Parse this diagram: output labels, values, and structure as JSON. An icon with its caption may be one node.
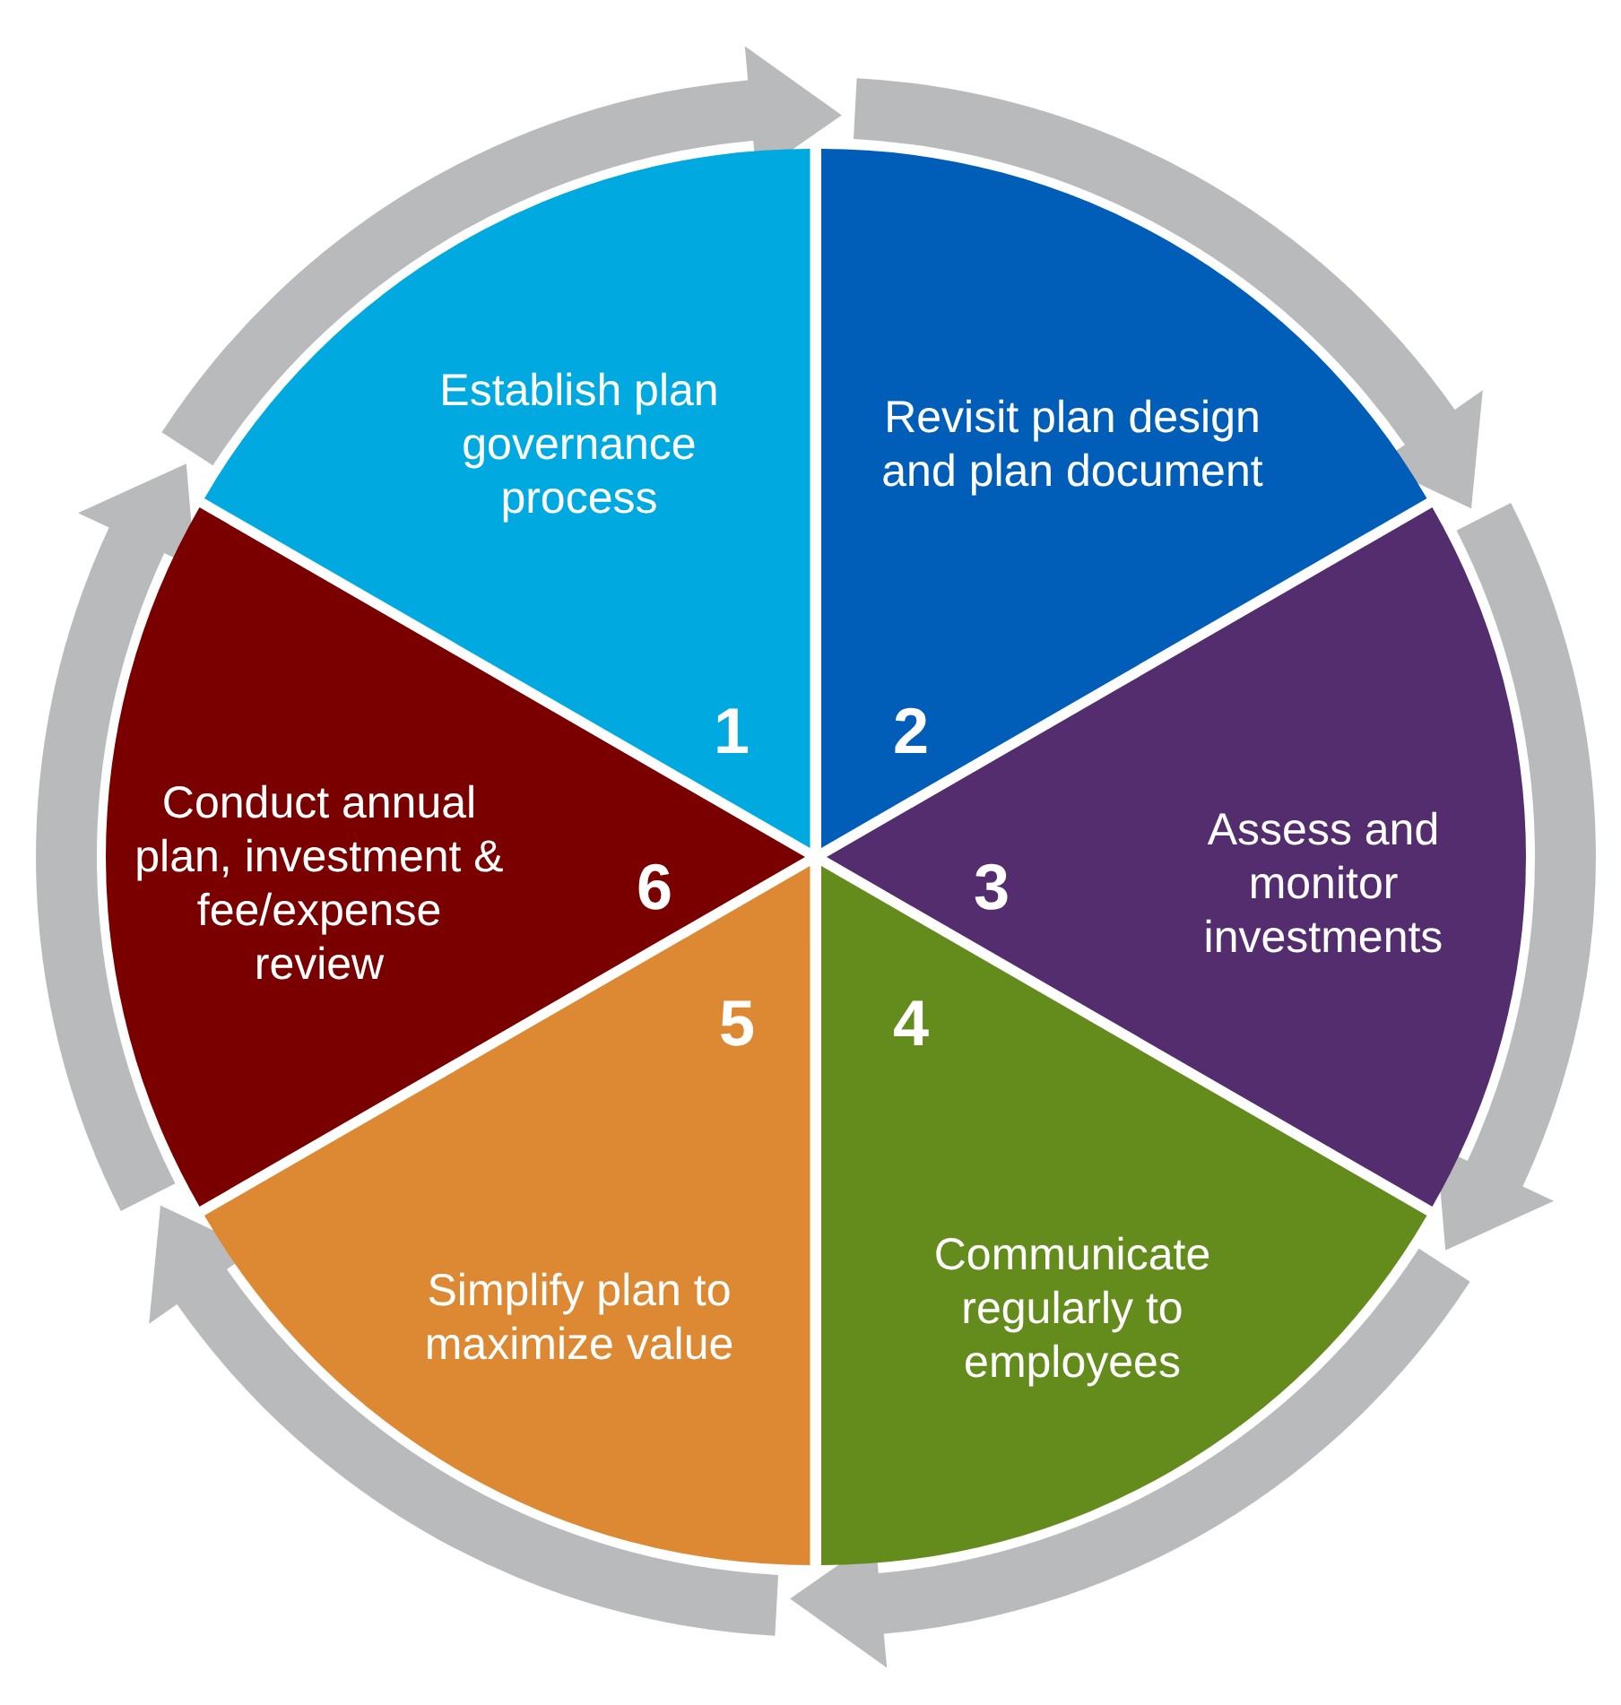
{
  "diagram": {
    "nodes": [
      {
        "text": [
          "Establish plan governance process",
          "1"
        ]
      },
      {
        "text": [
          "Revisit plan design and plan document",
          "2"
        ]
      },
      {
        "text": [
          "3",
          "Assess and monitor investments"
        ]
      },
      {
        "text": [
          "4",
          "Communicate regularly to employees"
        ]
      },
      {
        "text": [
          "5",
          "Simplify plan to maximize value"
        ]
      },
      {
        "text": [
          "Conduct annual plan, investment & fee/expense review",
          "6"
        ]
      }
    ],
    "edges": [
      {
        "from": 0,
        "to": 1,
        "arrow": "to"
      },
      {
        "from": 1,
        "to": 2,
        "arrow": "to"
      },
      {
        "from": 2,
        "to": 3,
        "arrow": "to"
      },
      {
        "from": 3,
        "to": 4,
        "arrow": "to"
      },
      {
        "from": 4,
        "to": 5,
        "arrow": "to"
      },
      {
        "from": 5,
        "to": 0,
        "arrow": "to"
      }
    ]
  }
}
